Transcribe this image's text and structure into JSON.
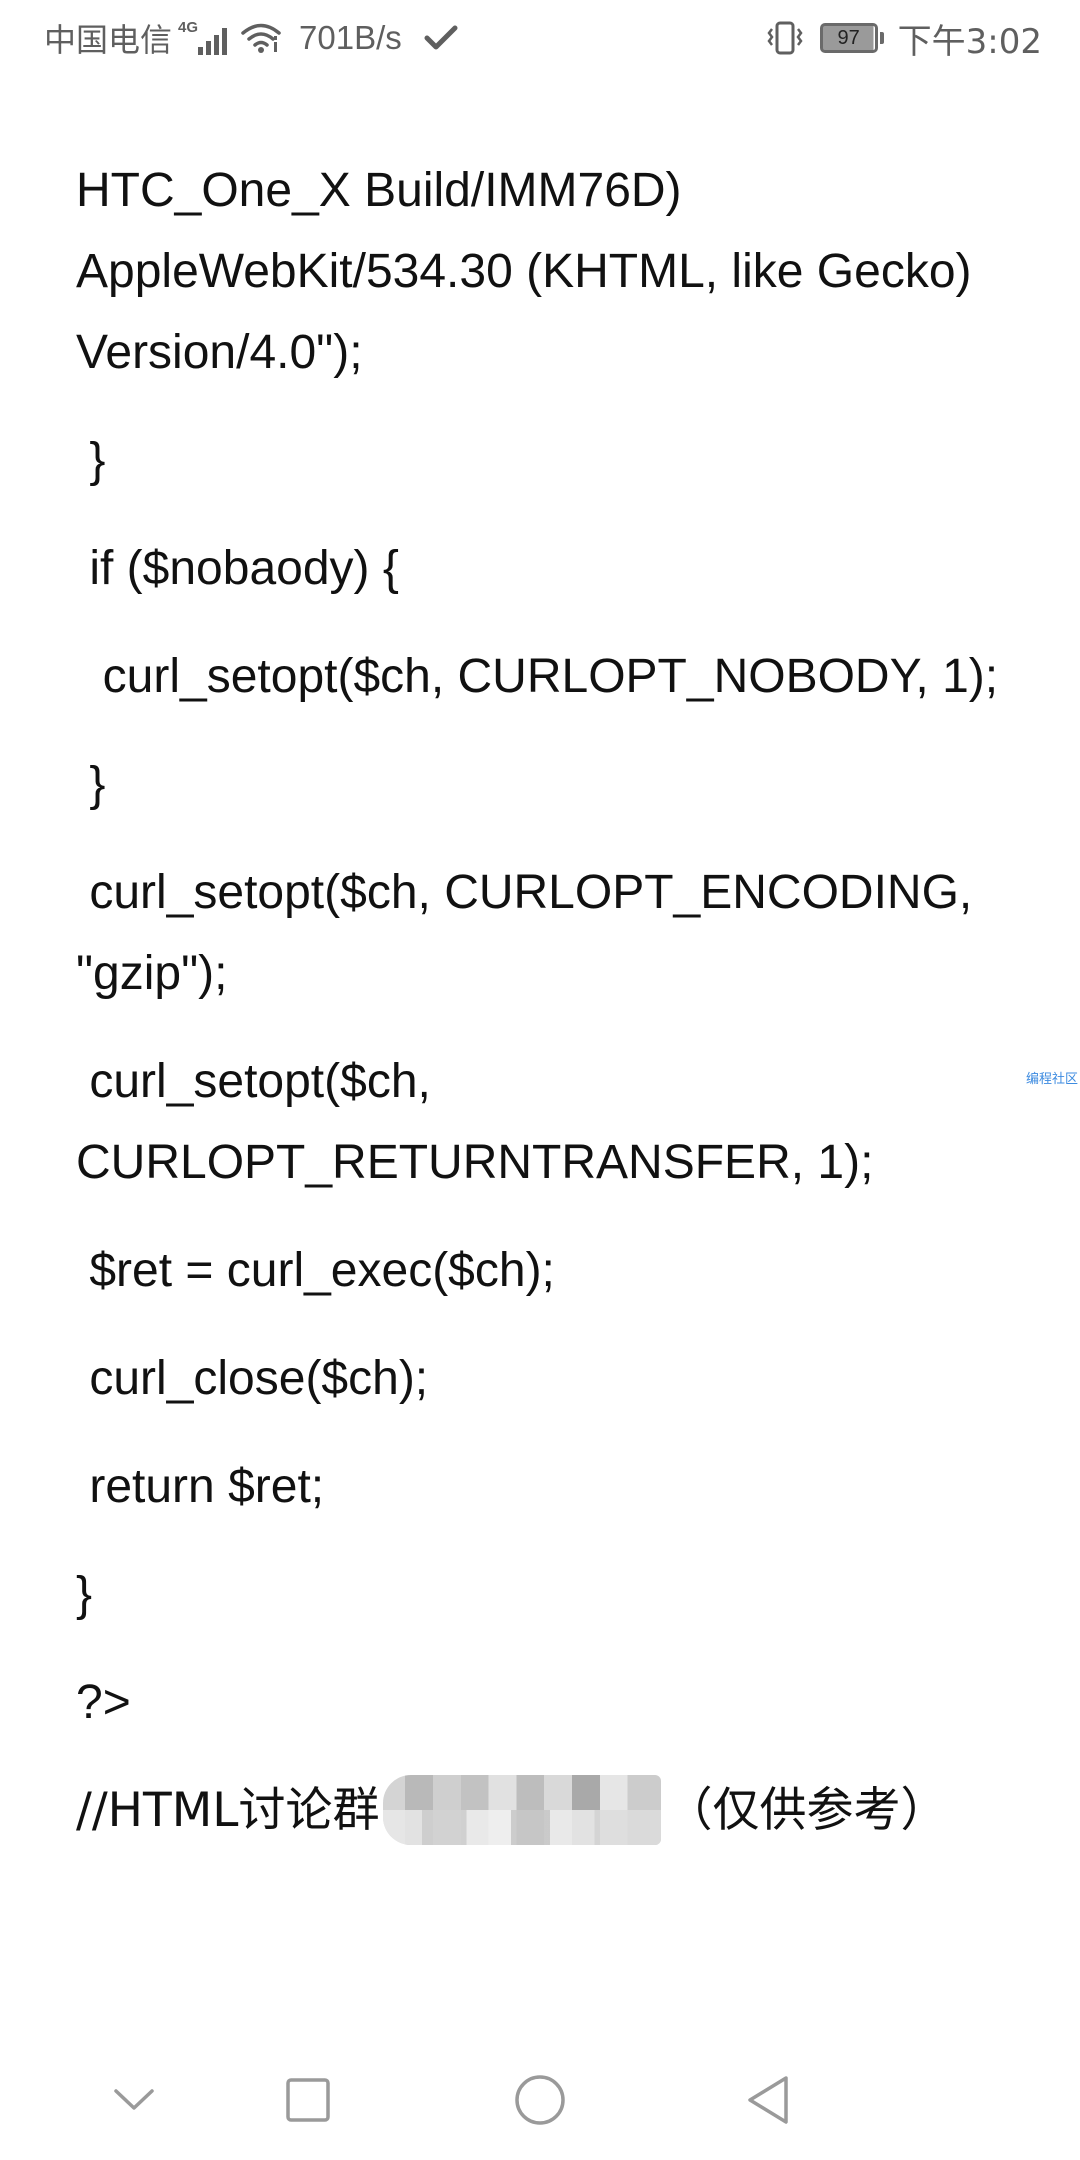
{
  "status_bar": {
    "carrier": "中国电信",
    "network": "4G",
    "speed": "701B/s",
    "battery": "97",
    "time": "下午3:02"
  },
  "code_lines": [
    "HTC_One_X Build/IMM76D) AppleWebKit/534.30 (KHTML, like Gecko) Version/4.0\");",
    " }",
    " if ($nobaody) {",
    "  curl_setopt($ch, CURLOPT_NOBODY, 1);",
    " }",
    " curl_setopt($ch, CURLOPT_ENCODING, \"gzip\");",
    " curl_setopt($ch, CURLOPT_RETURNTRANSFER, 1);",
    " $ret = curl_exec($ch);",
    " curl_close($ch);",
    " return $ret;",
    "}",
    "?>"
  ],
  "last_line": {
    "prefix": "//HTML讨论群",
    "suffix": "（仅供参考）"
  },
  "watermark": "编程社区",
  "nav": {
    "icons": [
      "chevron-down-icon",
      "square-icon",
      "circle-icon",
      "triangle-back-icon"
    ]
  }
}
